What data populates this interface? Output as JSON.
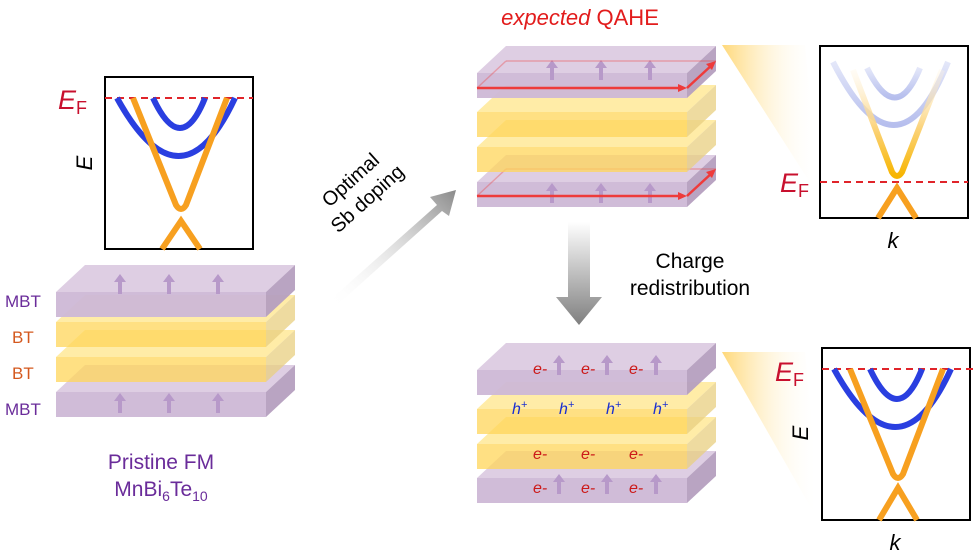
{
  "colors": {
    "mbt_top": "#dccbe2",
    "mbt_front": "#cdb8d6",
    "mbt_side": "#b59fbf",
    "bt_top": "#ffe68a",
    "bt_front": "#ffd65a",
    "bt_side": "#e8cf80",
    "spin_arrow": "#b799c9",
    "edge_current": "#ee3b3b",
    "band_blue": "#2a3fe0",
    "band_orange": "#f7a020",
    "fermi_level": "#e0242a",
    "label_purple": "#6a2c9a",
    "label_orange": "#d4581e",
    "electron": "#cc1a1a",
    "hole": "#1a2fd0",
    "title_red": "#e21c1c",
    "process_arrow": "#888888"
  },
  "pristine": {
    "layer_labels": [
      "MBT",
      "BT",
      "BT",
      "MBT"
    ],
    "caption_line1": "Pristine FM",
    "caption_formula": {
      "base1": "MnBi",
      "sub1": "6",
      "base2": "Te",
      "sub2": "10"
    }
  },
  "band_plot_left": {
    "fermi_label_main": "E",
    "fermi_label_sub": "F",
    "y_axis_label": "E"
  },
  "doping_arrow": {
    "line1": "Optimal",
    "line2": "Sb doping"
  },
  "qahe": {
    "title_italic": "expected",
    "title_rest": " QAHE"
  },
  "band_plot_right_top": {
    "fermi_label_main": "E",
    "fermi_label_sub": "F",
    "x_axis_label": "k"
  },
  "charge_arrow": {
    "line1": "Charge",
    "line2": "redistribution"
  },
  "redistributed": {
    "top_mbt_carriers": [
      "e-",
      "e-",
      "e-"
    ],
    "upper_bt_carriers": [
      "h+",
      "h+",
      "h+",
      "h+"
    ],
    "lower_bt_carriers": [
      "e-",
      "e-",
      "e-"
    ],
    "bottom_mbt_carriers": [
      "e-",
      "e-",
      "e-"
    ]
  },
  "band_plot_right_bottom": {
    "fermi_label_main": "E",
    "fermi_label_sub": "F",
    "y_axis_label": "E",
    "x_axis_label": "k"
  }
}
